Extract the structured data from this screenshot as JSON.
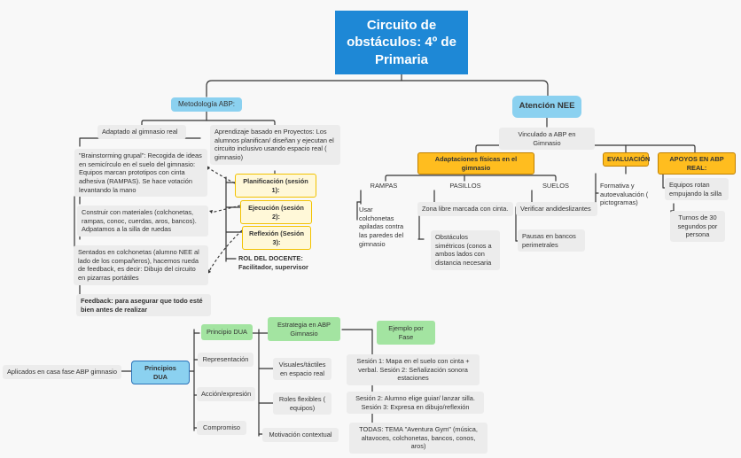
{
  "title": "Circuito de obstáculos: 4º de Primaria",
  "metodologia": {
    "label": "Metodología ABP:",
    "adaptado": "Adaptado al gimnasio real",
    "aprendizaje": "Aprendizaje basado en Proyectos: Los alumnos planifican/ diseñan y ejecutan el circuito inclusivo usando espacio real ( gimnasio)",
    "brainstorming": "\"Brainstorming grupal\": Recogida de ideas en semicírculo en el suelo del gimnasio: Equipos marcan prototipos con cinta adhesiva (RAMPAS). Se hace votación levantando la mano",
    "construir": "Construir con materiales (colchonetas, rampas, conoc, cuerdas, aros, bancos). Adpatamos a la silla de ruedas",
    "sentados": "Sentados en colchonetas (alumno NEE al lado de los compañeros), hacemos rueda de feedback, es decir: Dibujo del circuito en pizarras portátiles",
    "feedback": "Feedback: para asegurar que todo esté bien antes de realizar",
    "planificacion": "Planificación (sesión 1):",
    "ejecucion": "Ejecución (sesión 2):",
    "reflexion": "Reflexión (Sesión 3):",
    "rol": "ROL DEL DOCENTE: Facilitador, supervisor"
  },
  "nee": {
    "label": "Atención NEE",
    "vinculado": "Vinculado a ABP en Gimnasio",
    "adaptaciones": "Adaptaciones físicas en el gimnasio",
    "evaluacion": "EVALUACIÓN",
    "apoyos": "APOYOS EN ABP REAL:",
    "rampas": "RAMPAS",
    "rampas_text": "Usar colchonetas apiladas contra las paredes del gimnasio",
    "pasillos": "PASILLOS",
    "pasillos_text1": "Zona libre marcada con cinta.",
    "pasillos_text2": "Obstáculos simétricos (conos a ambos lados con distancia necesaria",
    "suelos": "SUELOS",
    "suelos_text1": "Verificar andideslizantes",
    "suelos_text2": "Pausas en bancos perimetrales",
    "formativa": "Formativa y autoevaluación ( pictogramas)",
    "equipos": "Equipos rotan empujando la silla",
    "turnos": "Turnos de 30 segundos por persona"
  },
  "dua": {
    "aplicados": "Aplicados en casa fase ABP gimnasio",
    "principios": "Principios DUA",
    "col1": "Principio DUA",
    "col2": "Estrategia en ABP Gimnasio",
    "col3": "Ejemplo por Fase",
    "rows": [
      {
        "principio": "Representación",
        "estrategia": "Visuales/táctiles en espacio real",
        "ejemplo": "Sesión 1: Mapa en el suelo con cinta + verbal. Sesión 2: Señalización sonora estaciones"
      },
      {
        "principio": "Acción/expresión",
        "estrategia": "Roles flexibles ( equipos)",
        "ejemplo": "Sesión 2: Alumno elige guiar/ lanzar silla. Sesión 3: Expresa en dibujo/reflexión"
      },
      {
        "principio": "Compromiso",
        "estrategia": "Motivación contextual",
        "ejemplo": "TODAS: TEMA \"Aventura Gym\" (música, altavoces, colchonetas, bancos, conos, aros)"
      }
    ]
  }
}
